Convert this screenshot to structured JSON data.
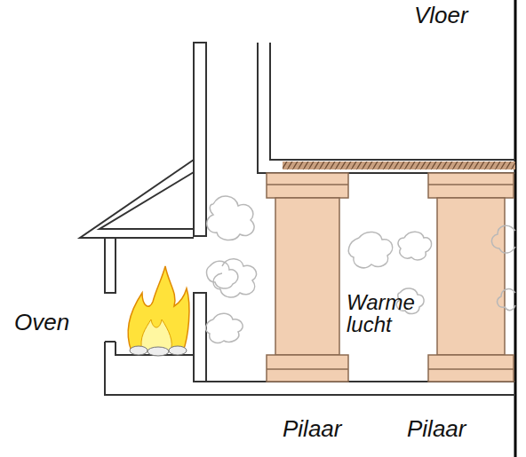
{
  "diagram": {
    "labels": [
      "Vloer",
      "Oven",
      "Warme lucht",
      "Pilaar",
      "Pilaar"
    ]
  }
}
